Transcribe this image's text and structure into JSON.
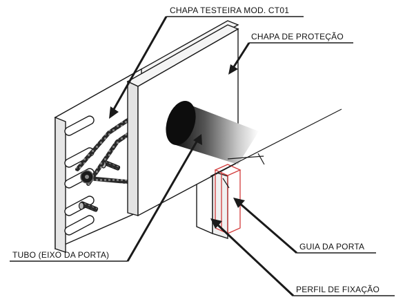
{
  "labels": {
    "chapa_testeira": "CHAPA TESTEIRA MOD. CT01",
    "chapa_protecao": "CHAPA DE PROTEÇÃO",
    "tubo": "TUBO (EIXO DA PORTA)",
    "guia_porta": "GUIA DA PORTA",
    "perfil_fixacao": "PERFIL DE FIXAÇÃO"
  },
  "colors": {
    "line": "#1a1a1a",
    "plate_fill": "#ffffff",
    "plate_side": "#ececec",
    "highlight": "#d23a3a"
  }
}
